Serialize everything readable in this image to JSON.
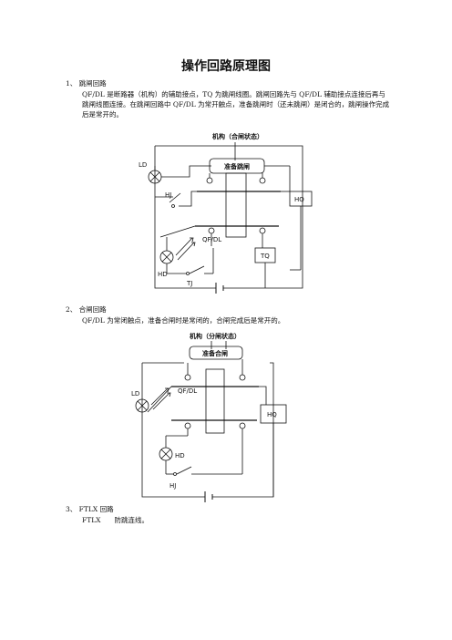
{
  "title": "操作回路原理图",
  "sections": [
    {
      "heading": "1、 跳闸回路",
      "paragraph": "QF/DL 是断路器（机构）的辅助接点，TQ 为跳闸线圈。跳闸回路先与 QF/DL 辅助接点连接后再与跳闸线圈连接。在跳闸回路中 QF/DL 为常开触点，准备跳闸时（还未跳闸）是闭合的，跳闸操作完成后是常开的。"
    },
    {
      "heading": "2、 合闸回路",
      "paragraph": "QF/DL 为常闭触点，准备合闸时是常闭的，合闸完成后是常开的。"
    },
    {
      "heading": "3、 FTLX 回路",
      "paragraph": "FTLX　　防跳连线。"
    }
  ],
  "diagram1": {
    "caption": "机构（合闸状态）",
    "box_label": "准备跳闸",
    "labels": {
      "ld": "LD",
      "hj": "HJ",
      "hq": "HQ",
      "qf": "QF/DL",
      "hd": "HD",
      "tq": "TQ",
      "tj": "TJ"
    }
  },
  "diagram2": {
    "caption": "机构（分闸状态）",
    "box_label": "准备合闸",
    "labels": {
      "ld": "LD",
      "qf": "QF/DL",
      "hq": "HQ",
      "hd": "HD",
      "hj": "HJ"
    }
  }
}
